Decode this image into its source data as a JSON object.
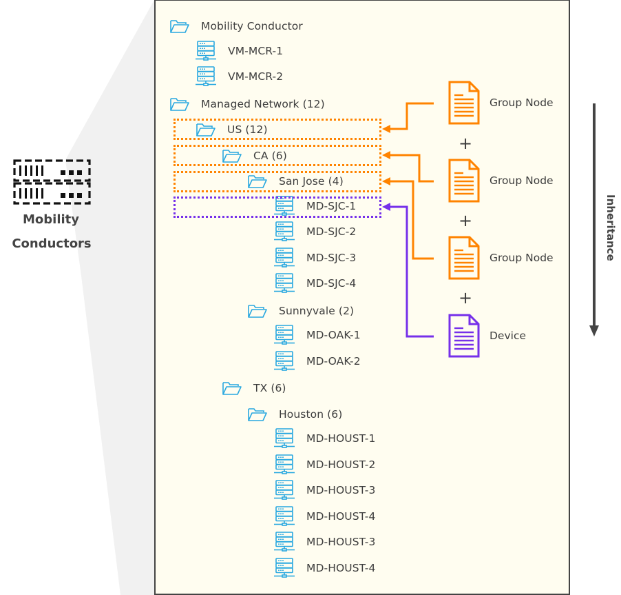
{
  "left_device": {
    "icon": "mobility-conductor-rack-icon",
    "label_line1": "Mobility",
    "label_line2": "Conductors"
  },
  "tree": [
    {
      "type": "folder",
      "label": "Mobility Conductor",
      "level": 0
    },
    {
      "type": "server",
      "label": "VM-MCR-1",
      "level": 1
    },
    {
      "type": "server",
      "label": "VM-MCR-2",
      "level": 1
    },
    {
      "type": "folder",
      "label": "Managed Network (12)",
      "level": 0
    },
    {
      "type": "folder",
      "label": "US (12)",
      "level": 1,
      "highlight": "orange"
    },
    {
      "type": "folder",
      "label": "CA (6)",
      "level": 2,
      "highlight": "orange"
    },
    {
      "type": "folder",
      "label": "San Jose (4)",
      "level": 3,
      "highlight": "orange"
    },
    {
      "type": "server",
      "label": "MD-SJC-1",
      "level": 4,
      "highlight": "purple"
    },
    {
      "type": "server",
      "label": "MD-SJC-2",
      "level": 4
    },
    {
      "type": "server",
      "label": "MD-SJC-3",
      "level": 4
    },
    {
      "type": "server",
      "label": "MD-SJC-4",
      "level": 4
    },
    {
      "type": "folder",
      "label": "Sunnyvale (2)",
      "level": 3
    },
    {
      "type": "server",
      "label": "MD-OAK-1",
      "level": 4
    },
    {
      "type": "server",
      "label": "MD-OAK-2",
      "level": 4
    },
    {
      "type": "folder",
      "label": "TX (6)",
      "level": 2
    },
    {
      "type": "folder",
      "label": "Houston (6)",
      "level": 3
    },
    {
      "type": "server",
      "label": "MD-HOUST-1",
      "level": 4
    },
    {
      "type": "server",
      "label": "MD-HOUST-2",
      "level": 4
    },
    {
      "type": "server",
      "label": "MD-HOUST-3",
      "level": 4
    },
    {
      "type": "server",
      "label": "MD-HOUST-4",
      "level": 4
    },
    {
      "type": "server",
      "label": "MD-HOUST-3",
      "level": 4
    },
    {
      "type": "server",
      "label": "MD-HOUST-4",
      "level": 4
    }
  ],
  "config_nodes": [
    {
      "label": "Group Node",
      "kind": "group",
      "color": "#ff8300",
      "targets": "US (12)"
    },
    {
      "label": "Group Node",
      "kind": "group",
      "color": "#ff8300",
      "targets": "CA (6)"
    },
    {
      "label": "Group Node",
      "kind": "group",
      "color": "#ff8300",
      "targets": "San Jose (4)"
    },
    {
      "label": "Device",
      "kind": "device",
      "color": "#7630ea",
      "targets": "MD-SJC-1"
    }
  ],
  "plus_sign": "+",
  "inheritance": {
    "label": "Inheritance",
    "direction": "down"
  },
  "colors": {
    "group": "#ff8300",
    "device": "#7630ea",
    "tree_icon": "#29a8e0",
    "panel_bg": "#fffdf0",
    "wedge": "#f1f1f1"
  }
}
